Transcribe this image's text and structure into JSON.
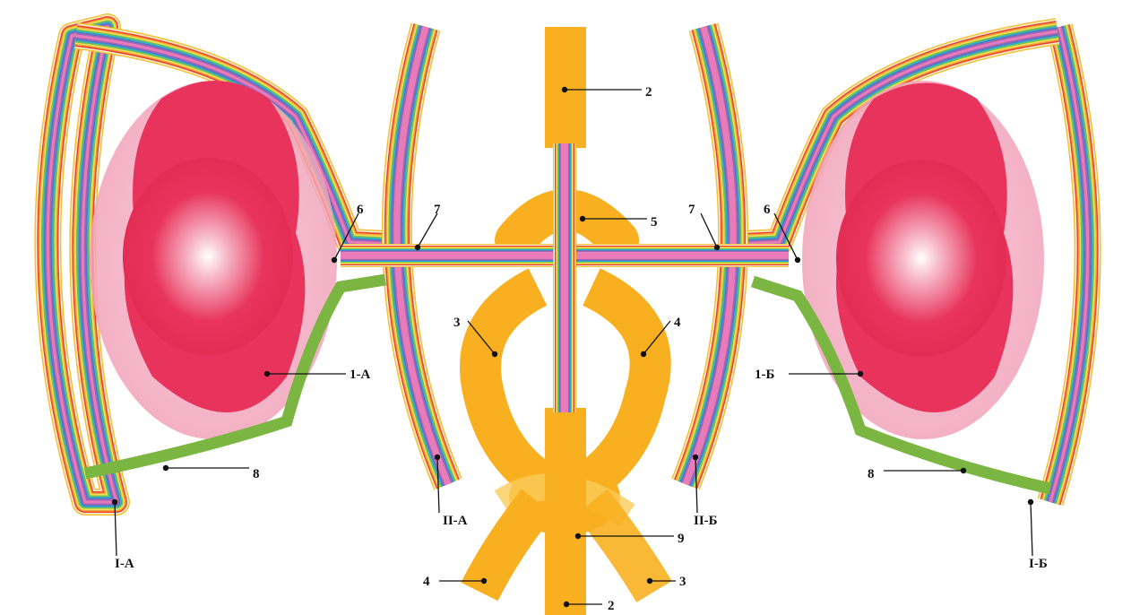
{
  "colors": {
    "rainbow": [
      "#f0c23a",
      "#fbeed0",
      "#e8442e",
      "#f3a23c",
      "#f3e15a",
      "#7cc24a",
      "#2fb0c8",
      "#5b74c2",
      "#a566b8",
      "#e97bb8"
    ],
    "body": "#e8345c",
    "body_light": "#f6b3c8",
    "tube": "#f8b020",
    "green_line": "#7ab641",
    "leader": "#111111"
  },
  "labels": {
    "center_top_2": "2",
    "center_bottom_2": "2",
    "loop_5": "5",
    "left_3": "3",
    "right_4": "4",
    "bottom_4": "4",
    "bottom_3": "3",
    "knot_9": "9",
    "left_6": "6",
    "left_7": "7",
    "right_7": "7",
    "right_6": "6",
    "body_left": "1-А",
    "body_right": "1-Б",
    "left_8": "8",
    "right_8": "8",
    "left_outer": "I-А",
    "right_outer": "I-Б",
    "left_inner": "II-А",
    "right_inner": "II-Б"
  }
}
